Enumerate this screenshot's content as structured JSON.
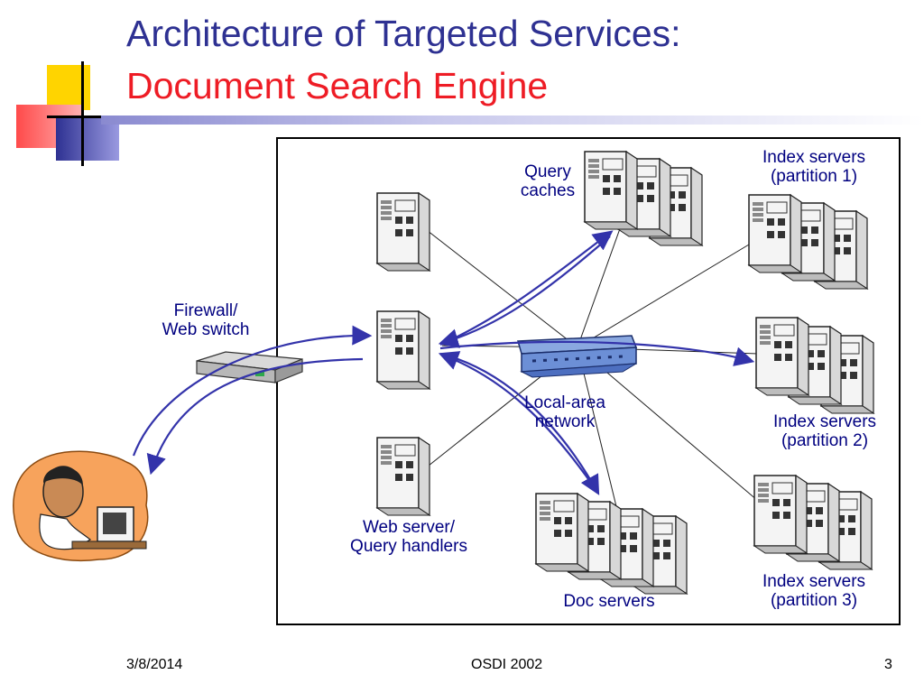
{
  "slide": {
    "title_line1": "Architecture of Targeted Services:",
    "title_line2": "Document Search Engine"
  },
  "labels": {
    "firewall": "Firewall/",
    "web_switch": "Web switch",
    "query": "Query",
    "caches": "caches",
    "index1_a": "Index servers",
    "index1_b": "(partition 1)",
    "index2_a": "Index servers",
    "index2_b": "(partition 2)",
    "index3_a": "Index servers",
    "index3_b": "(partition 3)",
    "lan_a": "Local-area",
    "lan_b": "network",
    "web_server_a": "Web server/",
    "web_server_b": "Query handlers",
    "doc_servers": "Doc servers"
  },
  "footer": {
    "date": "3/8/2014",
    "center": "OSDI 2002",
    "page": "3"
  },
  "colors": {
    "title_blue": "#2e3192",
    "title_red": "#ee1c25",
    "label_navy": "#000080",
    "arrow_blue": "#3333aa"
  },
  "icons": [
    "server-tower-icon",
    "network-hub-icon",
    "firewall-switch-icon",
    "user-at-computer-icon"
  ]
}
